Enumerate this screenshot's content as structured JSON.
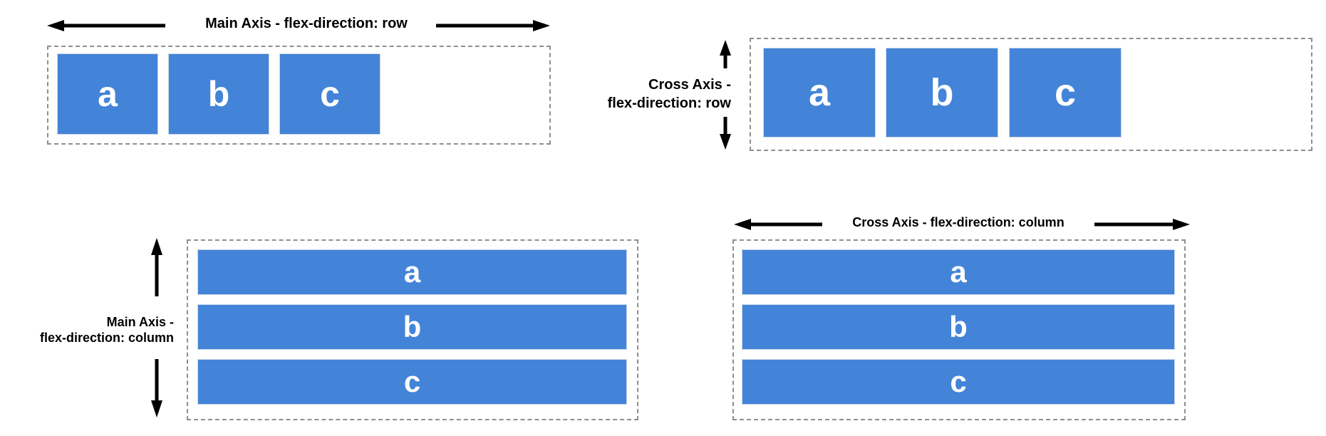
{
  "labels": {
    "main_row": "Main Axis - flex-direction: row",
    "cross_row_1": "Cross Axis -",
    "cross_row_2": "flex-direction: row",
    "main_col_1": "Main Axis -",
    "main_col_2": "flex-direction: column",
    "cross_col": "Cross Axis - flex-direction: column"
  },
  "items": [
    "a",
    "b",
    "c"
  ],
  "colors": {
    "item_fill": "#4384d8",
    "item_text": "#ffffff",
    "container_border": "#8f8f8f",
    "arrow": "#000000"
  }
}
